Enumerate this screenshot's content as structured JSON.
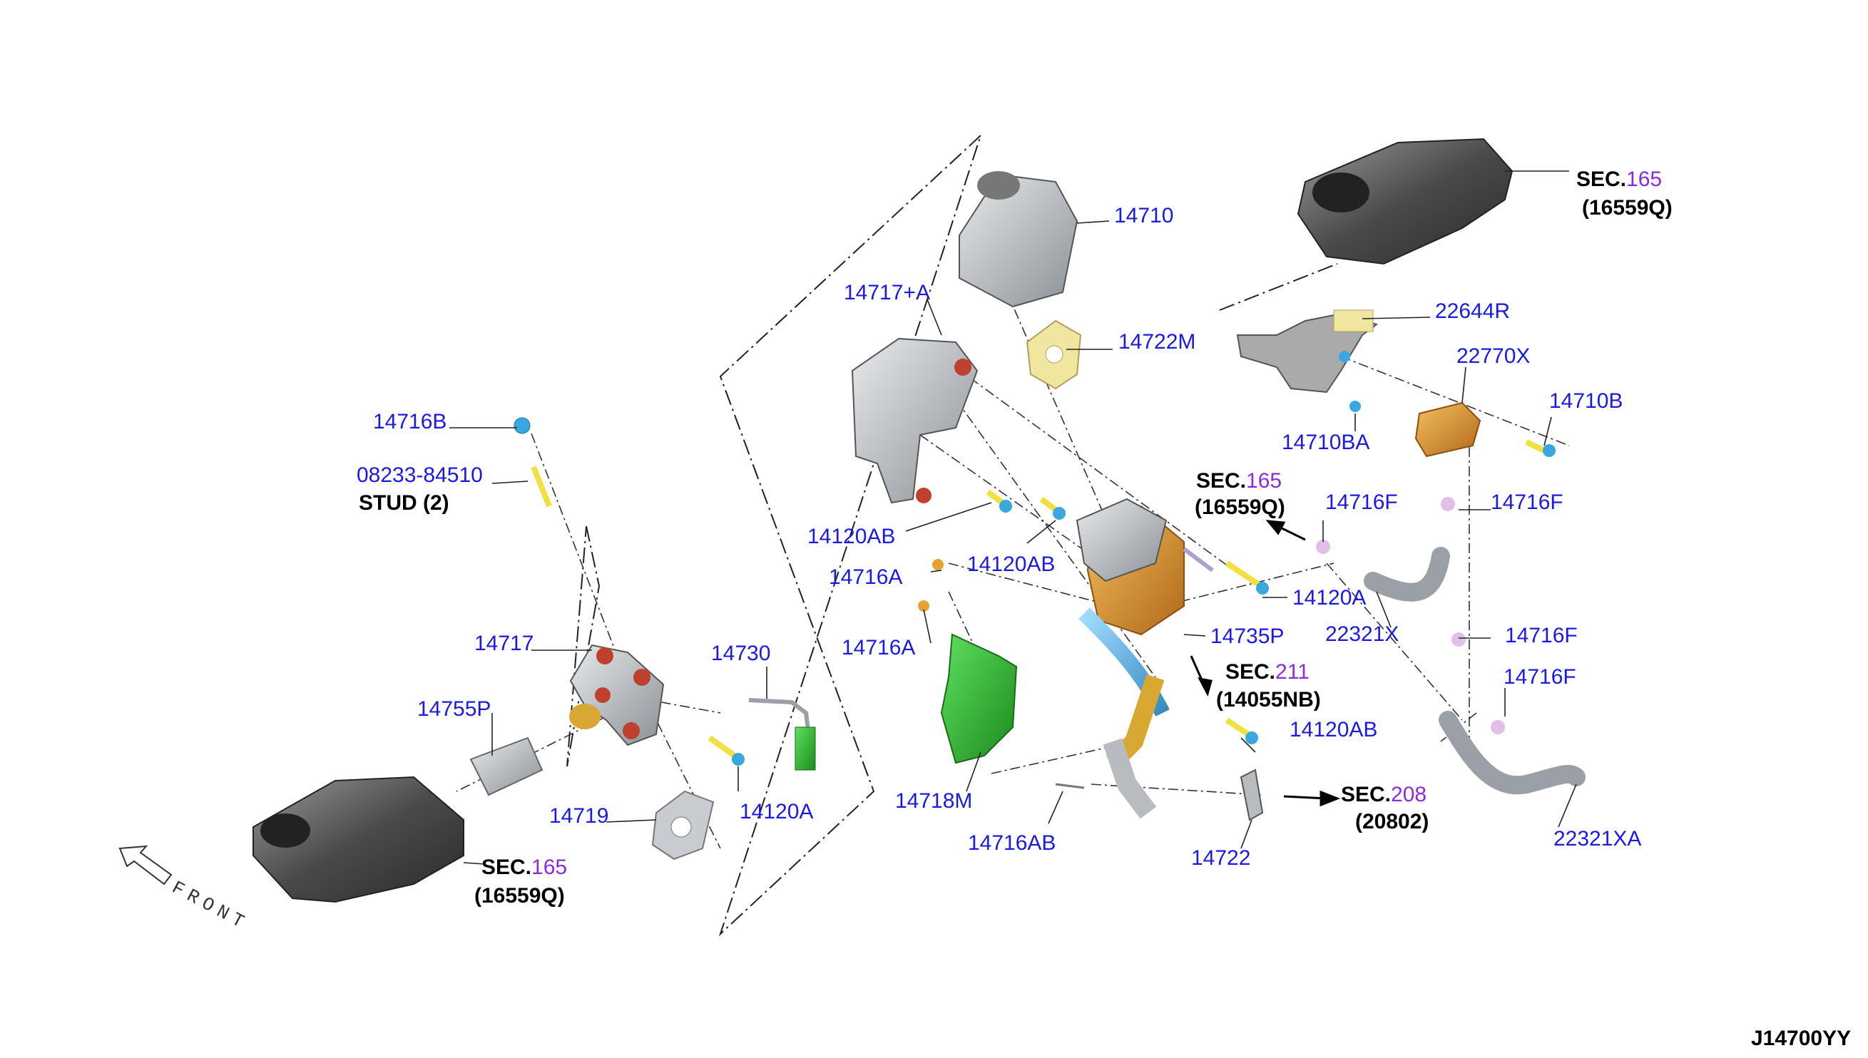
{
  "part_labels": {
    "p14710": "14710",
    "p14717A": "14717+A",
    "p14722M": "14722M",
    "p22644R": "22644R",
    "p22770X": "22770X",
    "p14710B": "14710B",
    "p14710BA": "14710BA",
    "p14716B": "14716B",
    "p08233": "08233-84510",
    "p14120AB_1": "14120AB",
    "p14120AB_2": "14120AB",
    "p14120AB_3": "14120AB",
    "p14716A_1": "14716A",
    "p14716A_2": "14716A",
    "p14716F_1": "14716F",
    "p14716F_2": "14716F",
    "p14716F_3": "14716F",
    "p14716F_4": "14716F",
    "p14120A_1": "14120A",
    "p14120A_2": "14120A",
    "p22321X": "22321X",
    "p14735P": "14735P",
    "p14717": "14717",
    "p14730": "14730",
    "p14755P": "14755P",
    "p14719": "14719",
    "p14718M": "14718M",
    "p14716AB": "14716AB",
    "p14722": "14722",
    "p22321XA": "22321XA"
  },
  "stud_note": "STUD (2)",
  "sections": {
    "s1": {
      "prefix": "SEC.",
      "number": "165",
      "ref": "(16559Q)"
    },
    "s2": {
      "prefix": "SEC.",
      "number": "165",
      "ref": "(16559Q)"
    },
    "s3": {
      "prefix": "SEC.",
      "number": "211",
      "ref": "(14055NB)"
    },
    "s4": {
      "prefix": "SEC.",
      "number": "208",
      "ref": "(20802)"
    },
    "s5": {
      "prefix": "SEC.",
      "number": "165",
      "ref": "(16559Q)"
    }
  },
  "front_label": "FRONT",
  "diagram_code": "J14700YY",
  "colors": {
    "label_blue": "#1a1ae6",
    "section_purple": "#8a2be2",
    "housing_gray": "#5a5a5a",
    "part_silver": "#b8bcc0",
    "gasket_yellow": "#f0e6a0",
    "bracket_orange": "#e8a030",
    "bolt_blue": "#3aa8e0",
    "bolt_yellow": "#f0e040",
    "clip_pink": "#e0c0e8",
    "cover_green": "#38c038",
    "brass": "#d8a830"
  }
}
